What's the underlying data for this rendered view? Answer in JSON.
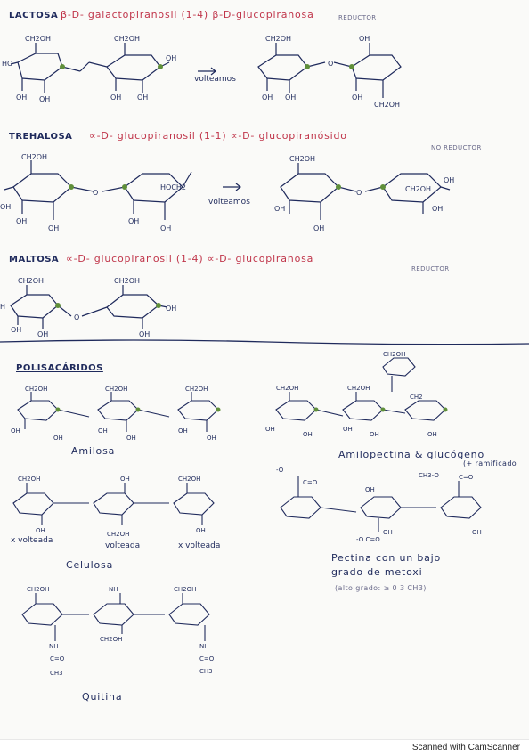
{
  "lactose": {
    "label": "LACTOSA",
    "name": "β-D- galactopiranosil (1-4) β-D-glucopiranosa",
    "tag": "REDUCTOR",
    "flip": "volteamos"
  },
  "trehalose": {
    "label": "TREHALOSA",
    "name": "∝-D- glucopiranosil (1-1) ∝-D- glucopiranósido",
    "tag": "NO REDUCTOR",
    "flip": "volteamos"
  },
  "maltose": {
    "label": "MALTOSA",
    "name": "∝-D- glucopiranosil (1-4) ∝-D- glucopiranosa",
    "tag": "REDUCTOR"
  },
  "polysaccharides": {
    "heading": "POLISACÁRIDOS",
    "amylose": "Amilosa",
    "amylopectin": "Amilopectina & glucógeno",
    "amylopectin_note": "(+ ramificado",
    "cellulose": "Celulosa",
    "cellulose_notes": [
      "x volteada",
      "volteada",
      "x volteada"
    ],
    "pectin_line1": "Pectina con un bajo",
    "pectin_line2": "grado de metoxi",
    "pectin_note": "(alto grado: ≥ 0 3 CH3)",
    "chitin": "Quitina"
  },
  "footer": {
    "scanner": "Scanned with CamScanner"
  }
}
